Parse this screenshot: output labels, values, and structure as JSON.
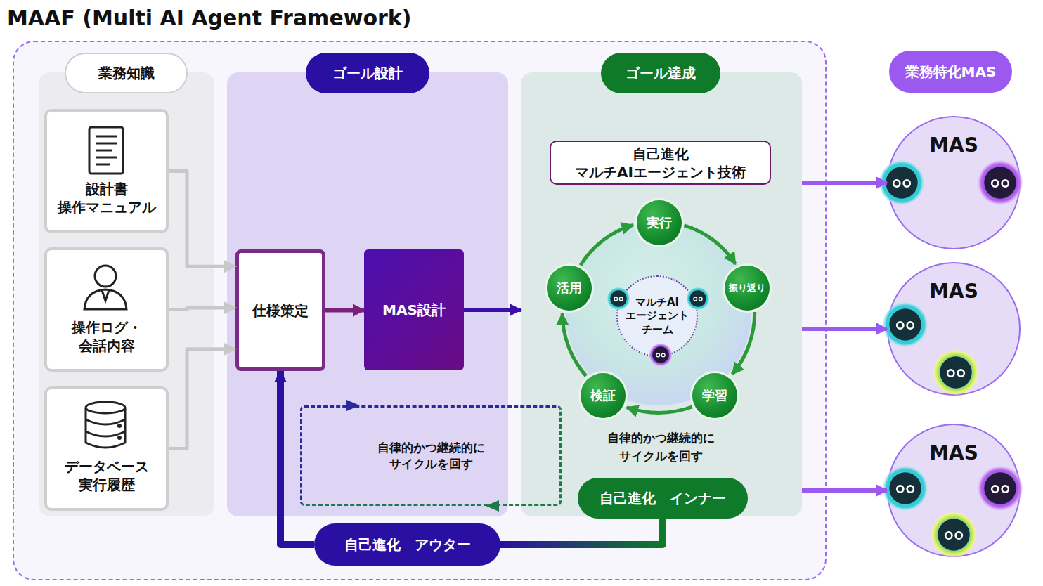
{
  "diagram": {
    "title": "MAAF (Multi AI Agent Framework)",
    "nodes": [
      {
        "text": [
          "業務知識"
        ]
      },
      {
        "text": [
          "設計書 操作マニュアル"
        ],
        "in": 0
      },
      {
        "text": [
          "操作ログ・ 会話内容"
        ],
        "in": 0
      },
      {
        "text": [
          "データベース 実行履歴"
        ],
        "in": 0
      },
      {
        "text": [
          "ゴール設計"
        ]
      },
      {
        "text": [
          "仕様策定"
        ],
        "in": 4
      },
      {
        "text": [
          "MAS設計"
        ],
        "in": 4
      },
      {
        "text": [
          "自律的かつ継続的に サイクルを回す"
        ]
      },
      {
        "text": [
          "ゴール達成"
        ]
      },
      {
        "text": [
          "自己進化 マルチAIエージェント技術"
        ],
        "in": 8
      },
      {
        "text": [
          "マルチAI エージェント チーム"
        ],
        "in": 8
      },
      {
        "text": [
          "実行"
        ],
        "in": 8
      },
      {
        "text": [
          "振り返り"
        ],
        "in": 8
      },
      {
        "text": [
          "学習"
        ],
        "in": 8
      },
      {
        "text": [
          "検証"
        ],
        "in": 8
      },
      {
        "text": [
          "活用"
        ],
        "in": 8
      },
      {
        "text": [
          "自己進化　インナー"
        ],
        "in": 8
      },
      {
        "text": [
          "自己進化　アウター"
        ]
      },
      {
        "text": [
          "業務特化MAS"
        ]
      },
      {
        "text": [
          "MAS"
        ]
      },
      {
        "text": [
          "MAS"
        ]
      },
      {
        "text": [
          "MAS"
        ]
      }
    ],
    "edges": [
      {
        "from": 1,
        "to": 5,
        "arrow": "to"
      },
      {
        "from": 2,
        "to": 5,
        "arrow": "to"
      },
      {
        "from": 3,
        "to": 5,
        "arrow": "to"
      },
      {
        "from": 5,
        "to": 6,
        "arrow": "to"
      },
      {
        "from": 6,
        "to": 8,
        "arrow": "to"
      },
      {
        "from": 11,
        "to": 12,
        "arrow": "to"
      },
      {
        "from": 12,
        "to": 13,
        "arrow": "to"
      },
      {
        "from": 13,
        "to": 14,
        "arrow": "to"
      },
      {
        "from": 14,
        "to": 15,
        "arrow": "to"
      },
      {
        "from": 15,
        "to": 11,
        "arrow": "to"
      },
      {
        "from": 16,
        "to": 17,
        "arrow": "none"
      },
      {
        "from": 17,
        "to": 5,
        "arrow": "to"
      },
      {
        "from": 8,
        "to": 19,
        "arrow": "to"
      },
      {
        "from": 8,
        "to": 20,
        "arrow": "to"
      },
      {
        "from": 8,
        "to": 21,
        "arrow": "to"
      }
    ],
    "labels": [
      "自律的かつ継続的に サイクルを回す"
    ]
  }
}
